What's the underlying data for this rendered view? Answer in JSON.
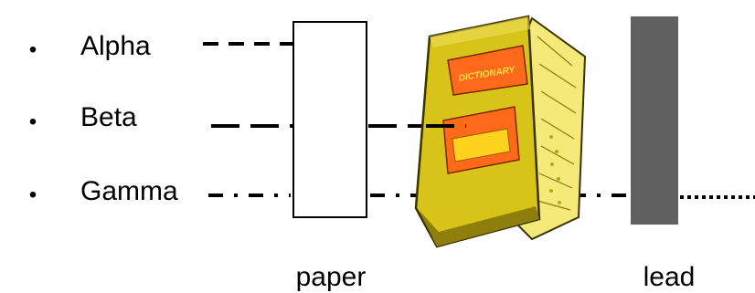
{
  "radiation_types": [
    {
      "bullet": "•",
      "label": "Alpha"
    },
    {
      "bullet": "•",
      "label": "Beta"
    },
    {
      "bullet": "•",
      "label": "Gamma"
    }
  ],
  "barriers": [
    {
      "label": "paper"
    },
    {
      "label": "lead"
    }
  ],
  "book": {
    "cover_text": "DICTIONARY",
    "icon": "dictionary-book-icon"
  },
  "colors": {
    "book_cover": "#d8c419",
    "book_pages": "#f5e97a",
    "book_shadow": "#8e7f0c",
    "book_accent": "#ff6a1a",
    "book_accent_inner": "#ffd21e",
    "lead_block": "#606060",
    "ray": "#000000"
  }
}
